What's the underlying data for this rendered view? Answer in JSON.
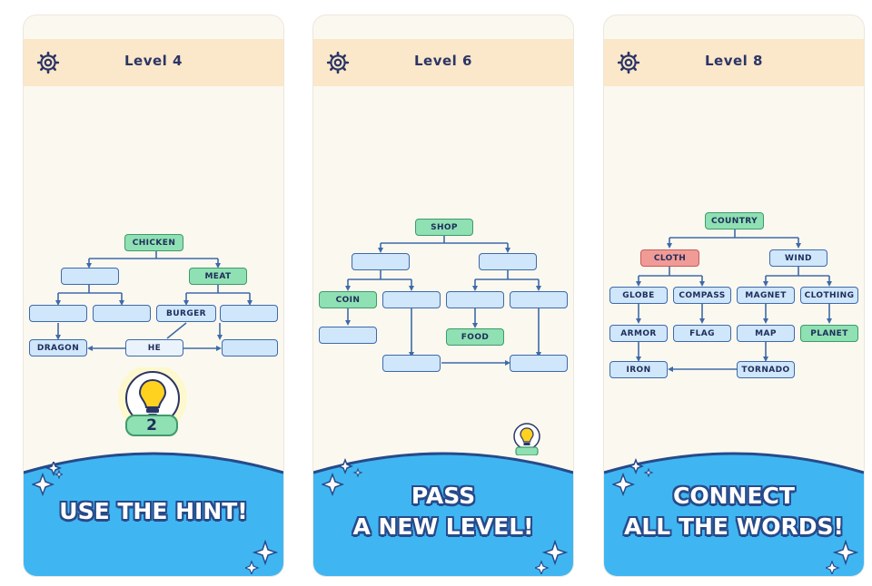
{
  "panels": [
    {
      "level": "Level 4",
      "caption_lines": [
        "USE THE HINT!"
      ],
      "hint_count": "2",
      "nodes": [
        {
          "label": "CHICKEN",
          "state": "green"
        },
        {
          "label": "",
          "state": "blue"
        },
        {
          "label": "MEAT",
          "state": "green"
        },
        {
          "label": "",
          "state": "blue"
        },
        {
          "label": "",
          "state": "blue"
        },
        {
          "label": "BURGER",
          "state": "blue"
        },
        {
          "label": "",
          "state": "blue"
        },
        {
          "label": "DRAGON",
          "state": "blue"
        },
        {
          "label": "HE",
          "state": "white"
        },
        {
          "label": "",
          "state": "blue"
        }
      ]
    },
    {
      "level": "Level 6",
      "caption_lines": [
        "PASS",
        "A NEW LEVEL!"
      ],
      "nodes": [
        {
          "label": "SHOP",
          "state": "green"
        },
        {
          "label": "",
          "state": "blue"
        },
        {
          "label": "",
          "state": "blue"
        },
        {
          "label": "COIN",
          "state": "green"
        },
        {
          "label": "",
          "state": "blue"
        },
        {
          "label": "",
          "state": "blue"
        },
        {
          "label": "",
          "state": "blue"
        },
        {
          "label": "",
          "state": "blue"
        },
        {
          "label": "FOOD",
          "state": "green"
        },
        {
          "label": "",
          "state": "blue"
        },
        {
          "label": "",
          "state": "blue"
        }
      ]
    },
    {
      "level": "Level 8",
      "caption_lines": [
        "CONNECT",
        "ALL THE WORDS!"
      ],
      "nodes": [
        {
          "label": "COUNTRY",
          "state": "green"
        },
        {
          "label": "CLOTH",
          "state": "red"
        },
        {
          "label": "WIND",
          "state": "blue"
        },
        {
          "label": "GLOBE",
          "state": "blue"
        },
        {
          "label": "COMPASS",
          "state": "blue"
        },
        {
          "label": "MAGNET",
          "state": "blue"
        },
        {
          "label": "CLOTHING",
          "state": "blue"
        },
        {
          "label": "ARMOR",
          "state": "blue"
        },
        {
          "label": "FLAG",
          "state": "blue"
        },
        {
          "label": "MAP",
          "state": "blue"
        },
        {
          "label": "PLANET",
          "state": "green"
        },
        {
          "label": "IRON",
          "state": "blue"
        },
        {
          "label": "TORNADO",
          "state": "blue"
        }
      ]
    }
  ],
  "colors": {
    "header": "#fbe7c9",
    "wave": "#3fb6f2",
    "node_blue": "#cfe6fb",
    "node_green": "#8fe0b3",
    "node_red": "#f19b96",
    "ink": "#2b3566"
  },
  "icons": {
    "settings": "gear-icon",
    "hint": "lightbulb-icon",
    "decor": "sparkle-icon"
  }
}
